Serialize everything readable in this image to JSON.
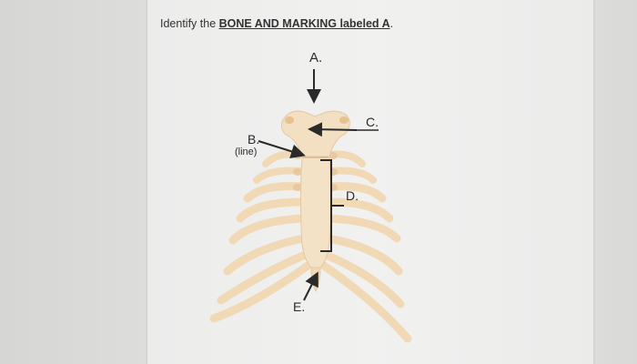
{
  "question": {
    "prefix": "Identify the ",
    "emphasis": "BONE AND MARKING labeled A",
    "suffix": "."
  },
  "labels": {
    "a": "A.",
    "b": "B.",
    "b_note": "(line)",
    "c": "C.",
    "d": "D.",
    "e": "E."
  }
}
